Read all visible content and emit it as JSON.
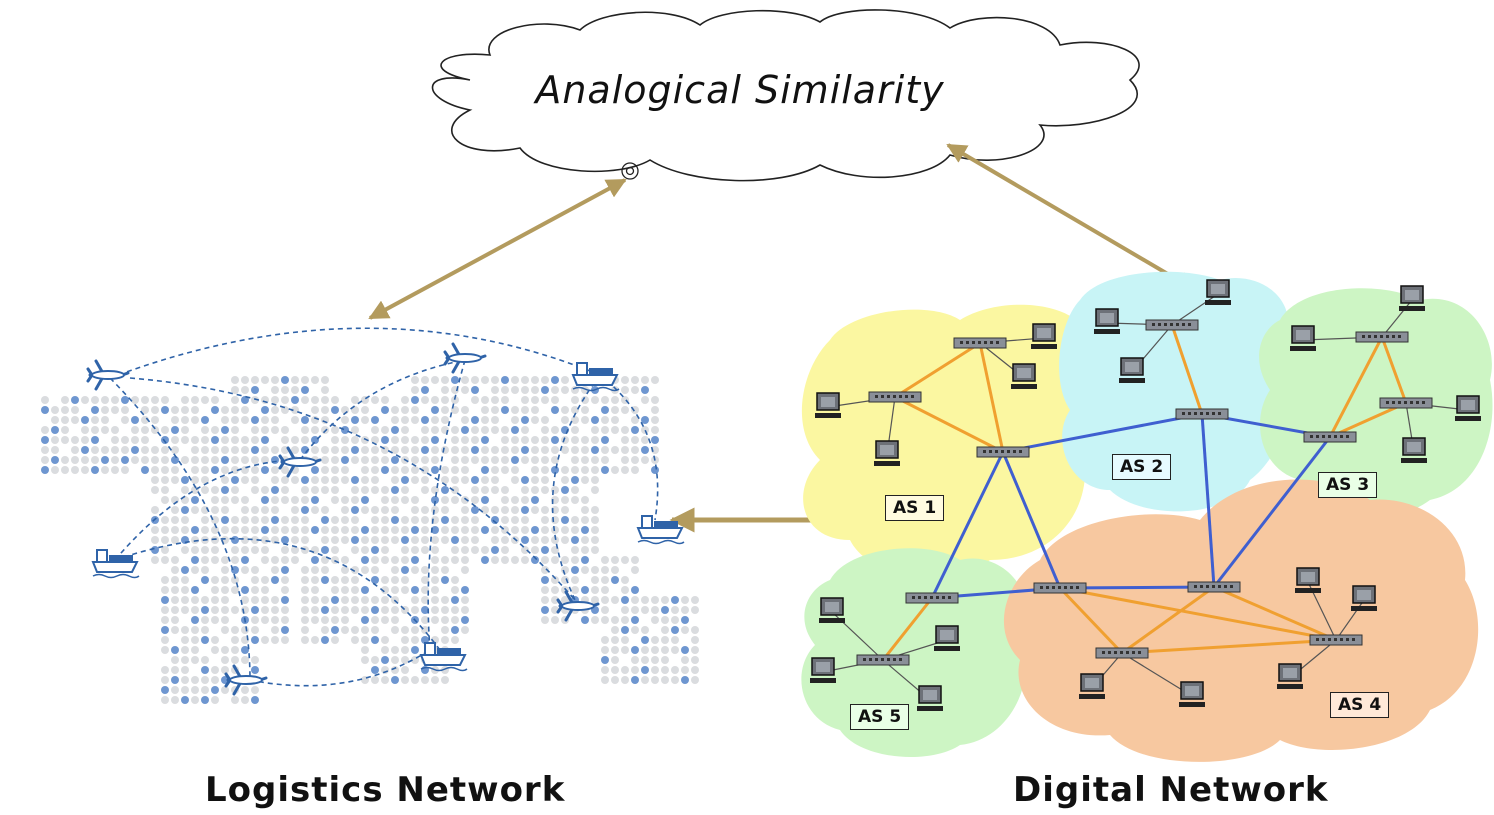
{
  "title": "Analogical Similarity",
  "left_caption": "Logistics Network",
  "right_caption": "Digital Network",
  "as_labels": [
    "AS 1",
    "AS 2",
    "AS 3",
    "AS 4",
    "AS 5"
  ],
  "colors": {
    "arrow": "#b39b5e",
    "route": "#2f63a8",
    "as1": "#fbf7a1",
    "as2": "#c8f4f6",
    "as3": "#cdf5c4",
    "as4": "#f7c8a0",
    "as5": "#cdf5c4",
    "link_orange": "#f0a030",
    "link_blue": "#3f5fd0"
  }
}
